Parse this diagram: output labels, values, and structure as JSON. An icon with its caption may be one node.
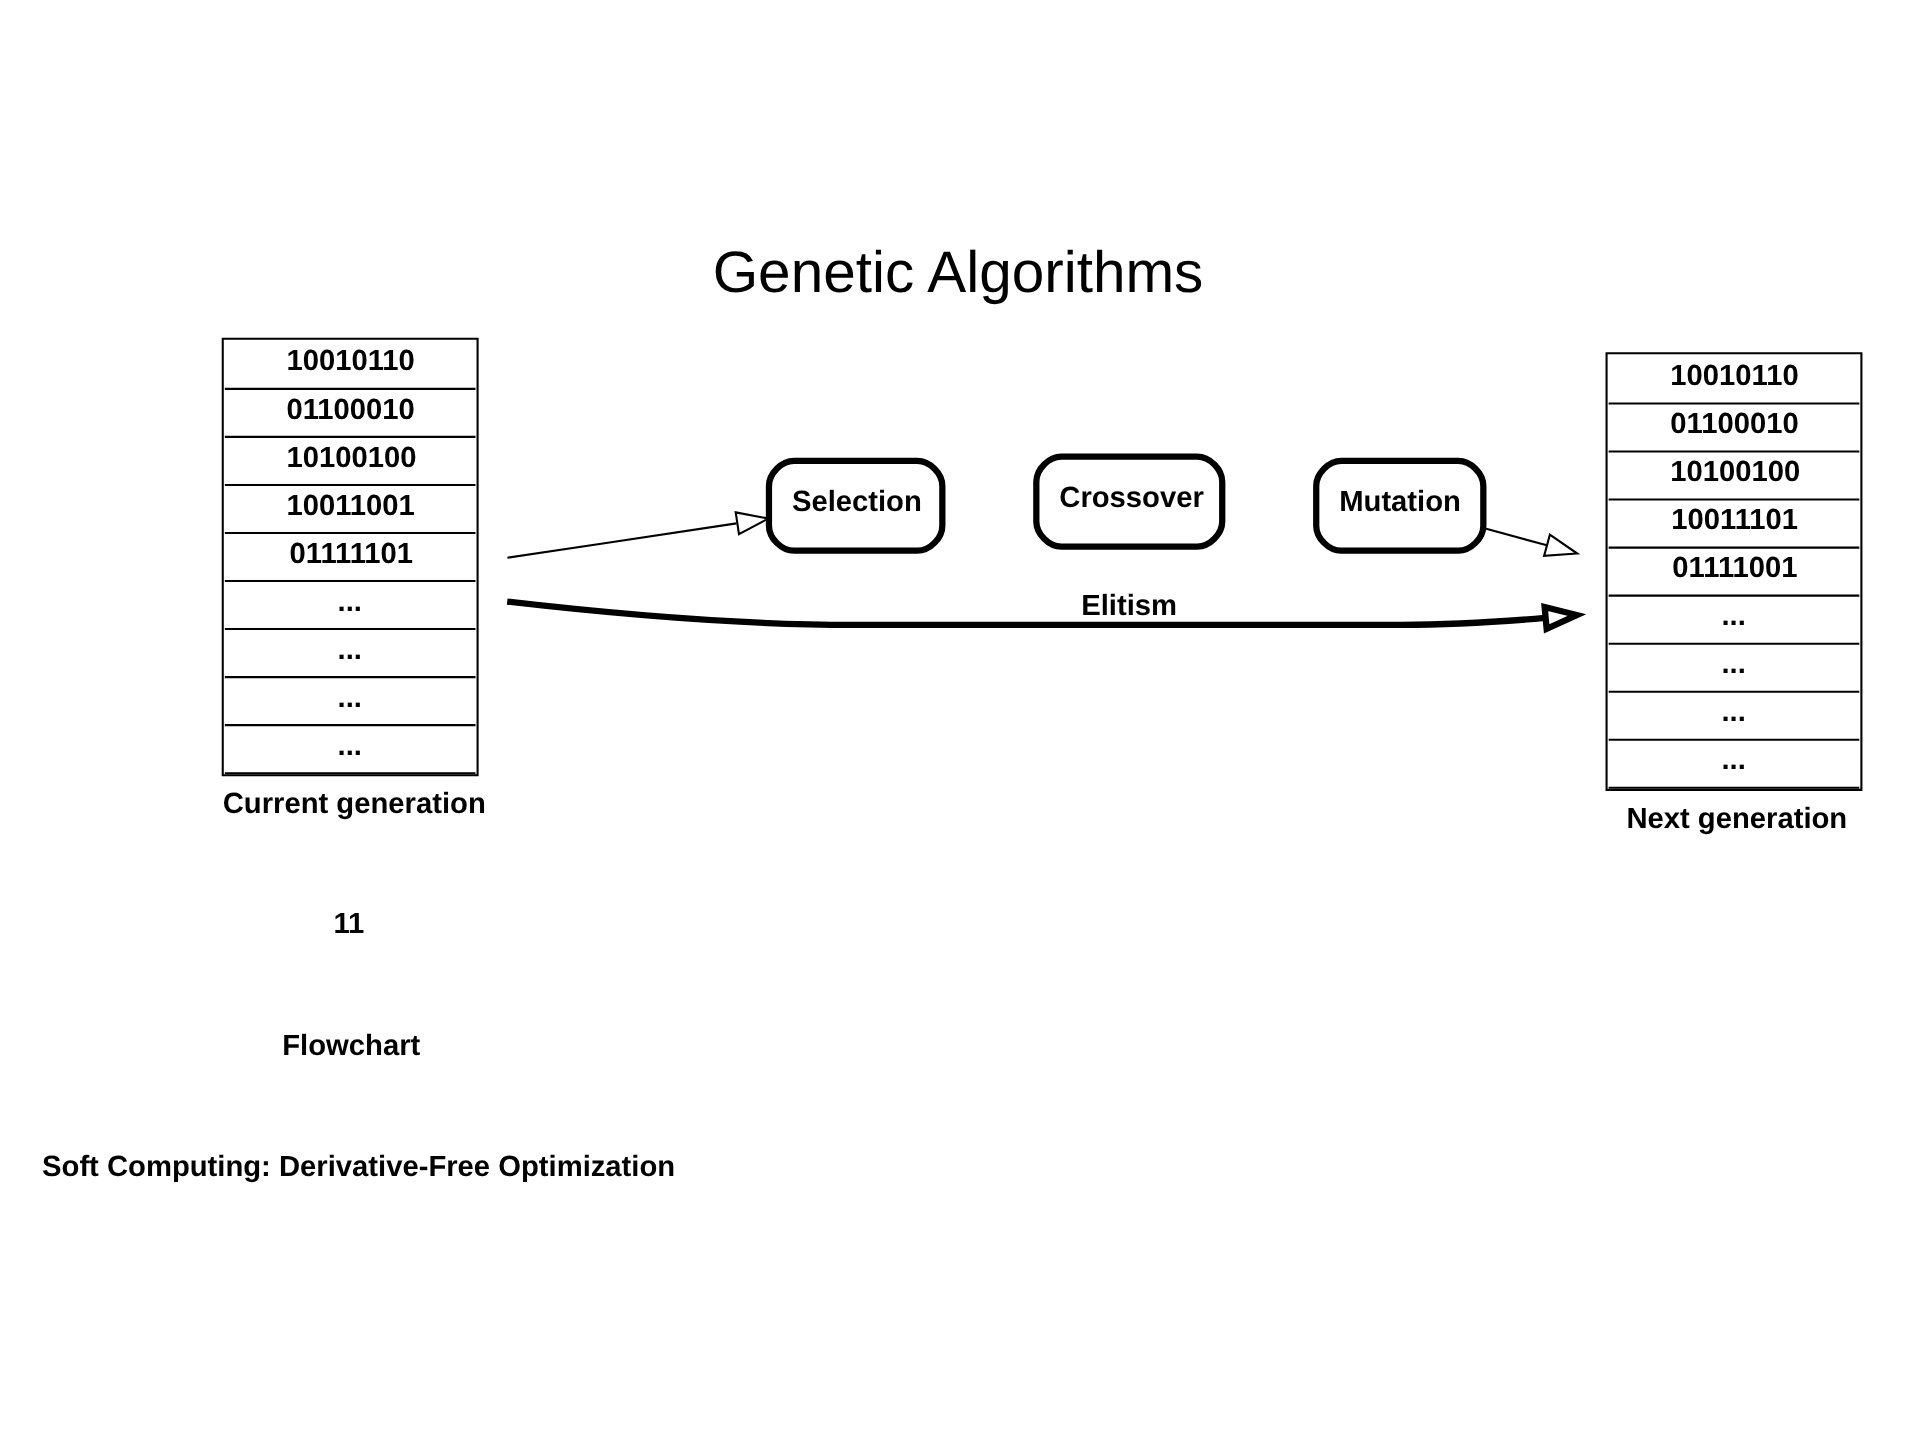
{
  "diagram": {
    "title": "Genetic Algorithms",
    "nodes": [
      {
        "text": [
          "10010110",
          "01100010",
          "10100100",
          "10011001",
          "01111101",
          "...",
          "...",
          "...",
          "..."
        ],
        "beside": [
          "Current generation"
        ]
      },
      {
        "text": [
          "Selection"
        ]
      },
      {
        "text": [
          "Crossover"
        ]
      },
      {
        "text": [
          "Mutation"
        ]
      },
      {
        "text": [
          "10010110",
          "01100010",
          "10100100",
          "10011101",
          "01111001",
          "...",
          "...",
          "...",
          "..."
        ],
        "beside": [
          "Next generation"
        ]
      }
    ],
    "edges": [
      {
        "from": 0,
        "to": 4,
        "arrow": "to",
        "label": "Elitism",
        "style": "thick"
      },
      {
        "from": 0,
        "to": 1,
        "arrow": "to"
      },
      {
        "from": 3,
        "to": 4,
        "arrow": "to"
      }
    ],
    "labels": [
      "Soft Computing: Derivative-Free Optimization",
      "Flowchart",
      "11"
    ]
  }
}
